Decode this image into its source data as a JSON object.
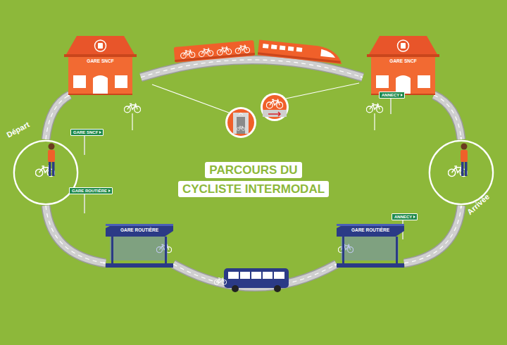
{
  "diagram": {
    "title": "PARCOURS DU CYCLISTE INTERMODAL",
    "nodes": [
      {
        "text": [
          "Départ"
        ]
      },
      {
        "text": [
          "GARE SNCF"
        ]
      },
      {
        "text": [
          "GARE SNCF"
        ]
      },
      {
        "text": [
          "Arrivée"
        ]
      },
      {
        "text": [
          "GARE ROUTIÈRE"
        ]
      },
      {
        "text": [
          "GARE ROUTIÈRE"
        ]
      }
    ],
    "edges": [
      {
        "from": 0,
        "to": 1,
        "arrow": "to"
      },
      {
        "from": 1,
        "to": 2,
        "arrow": "to"
      },
      {
        "from": 2,
        "to": 3,
        "arrow": "to"
      },
      {
        "from": 0,
        "to": 4,
        "arrow": "to"
      },
      {
        "from": 4,
        "to": 5,
        "arrow": "to"
      },
      {
        "from": 5,
        "to": 3,
        "arrow": "to"
      }
    ],
    "labels": [
      "GARE SNCF",
      "GARE ROUTIÈRE",
      "ANNECY",
      "ANNECY"
    ]
  }
}
